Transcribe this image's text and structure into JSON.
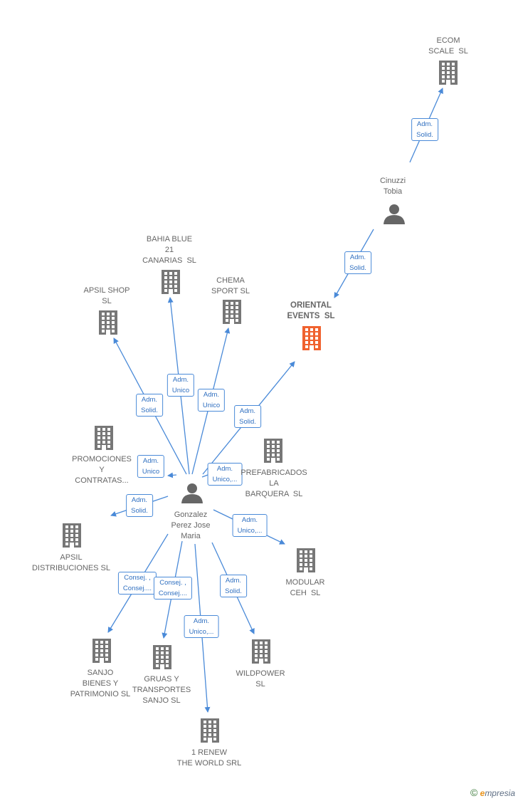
{
  "nodes": [
    {
      "id": "ecom",
      "type": "company",
      "label": "ECOM\nSCALE  SL"
    },
    {
      "id": "cinuzzi",
      "type": "person",
      "label": "Cinuzzi\nTobia"
    },
    {
      "id": "oriental",
      "type": "company-main",
      "label": "ORIENTAL\nEVENTS  SL"
    },
    {
      "id": "bahia",
      "type": "company",
      "label": "BAHIA BLUE\n21\nCANARIAS  SL"
    },
    {
      "id": "chema",
      "type": "company",
      "label": "CHEMA\nSPORT SL"
    },
    {
      "id": "apsilshop",
      "type": "company",
      "label": "APSIL SHOP\nSL"
    },
    {
      "id": "promociones",
      "type": "company",
      "label": "PROMOCIONES\nY\nCONTRATAS..."
    },
    {
      "id": "prefabricados",
      "type": "company",
      "label": "PREFABRICADOS\nLA\nBARQUERA  SL"
    },
    {
      "id": "gonzalez",
      "type": "person",
      "label": "Gonzalez\nPerez Jose\nMaria"
    },
    {
      "id": "apsildist",
      "type": "company",
      "label": "APSIL\nDISTRIBUCIONES SL"
    },
    {
      "id": "modular",
      "type": "company",
      "label": "MODULAR\nCEH  SL"
    },
    {
      "id": "sanjo",
      "type": "company",
      "label": "SANJO\nBIENES Y\nPATRIMONIO SL"
    },
    {
      "id": "gruas",
      "type": "company",
      "label": "GRUAS Y\nTRANSPORTES\nSANJO SL"
    },
    {
      "id": "wildpower",
      "type": "company",
      "label": "WILDPOWER\nSL"
    },
    {
      "id": "renew",
      "type": "company",
      "label": "1 RENEW\nTHE WORLD SRL"
    }
  ],
  "edges": [
    {
      "from": "cinuzzi",
      "to": "ecom",
      "label": "Adm.\nSolid."
    },
    {
      "from": "cinuzzi",
      "to": "oriental",
      "label": "Adm.\nSolid."
    },
    {
      "from": "gonzalez",
      "to": "oriental",
      "label": "Adm.\nSolid."
    },
    {
      "from": "gonzalez",
      "to": "bahia",
      "label": "Adm.\nUnico"
    },
    {
      "from": "gonzalez",
      "to": "chema",
      "label": "Adm.\nUnico"
    },
    {
      "from": "gonzalez",
      "to": "apsilshop",
      "label": "Adm.\nSolid."
    },
    {
      "from": "gonzalez",
      "to": "promociones",
      "label": "Adm.\nUnico"
    },
    {
      "from": "gonzalez",
      "to": "prefabricados",
      "label": "Adm.\nUnico,..."
    },
    {
      "from": "gonzalez",
      "to": "apsildist",
      "label": "Adm.\nSolid."
    },
    {
      "from": "gonzalez",
      "to": "modular",
      "label": "Adm.\nUnico,..."
    },
    {
      "from": "gonzalez",
      "to": "sanjo",
      "label": "Consej. ,\nConsej...."
    },
    {
      "from": "gonzalez",
      "to": "gruas",
      "label": "Consej. ,\nConsej...."
    },
    {
      "from": "gonzalez",
      "to": "wildpower",
      "label": "Adm.\nSolid."
    },
    {
      "from": "gonzalez",
      "to": "renew",
      "label": "Adm.\nUnico,..."
    }
  ],
  "colors": {
    "company": "#777777",
    "company_main": "#f0622f",
    "person": "#666666",
    "edge": "#4a8ad8"
  },
  "brand": {
    "copyright": "©",
    "e": "e",
    "rest": "mpresia"
  }
}
